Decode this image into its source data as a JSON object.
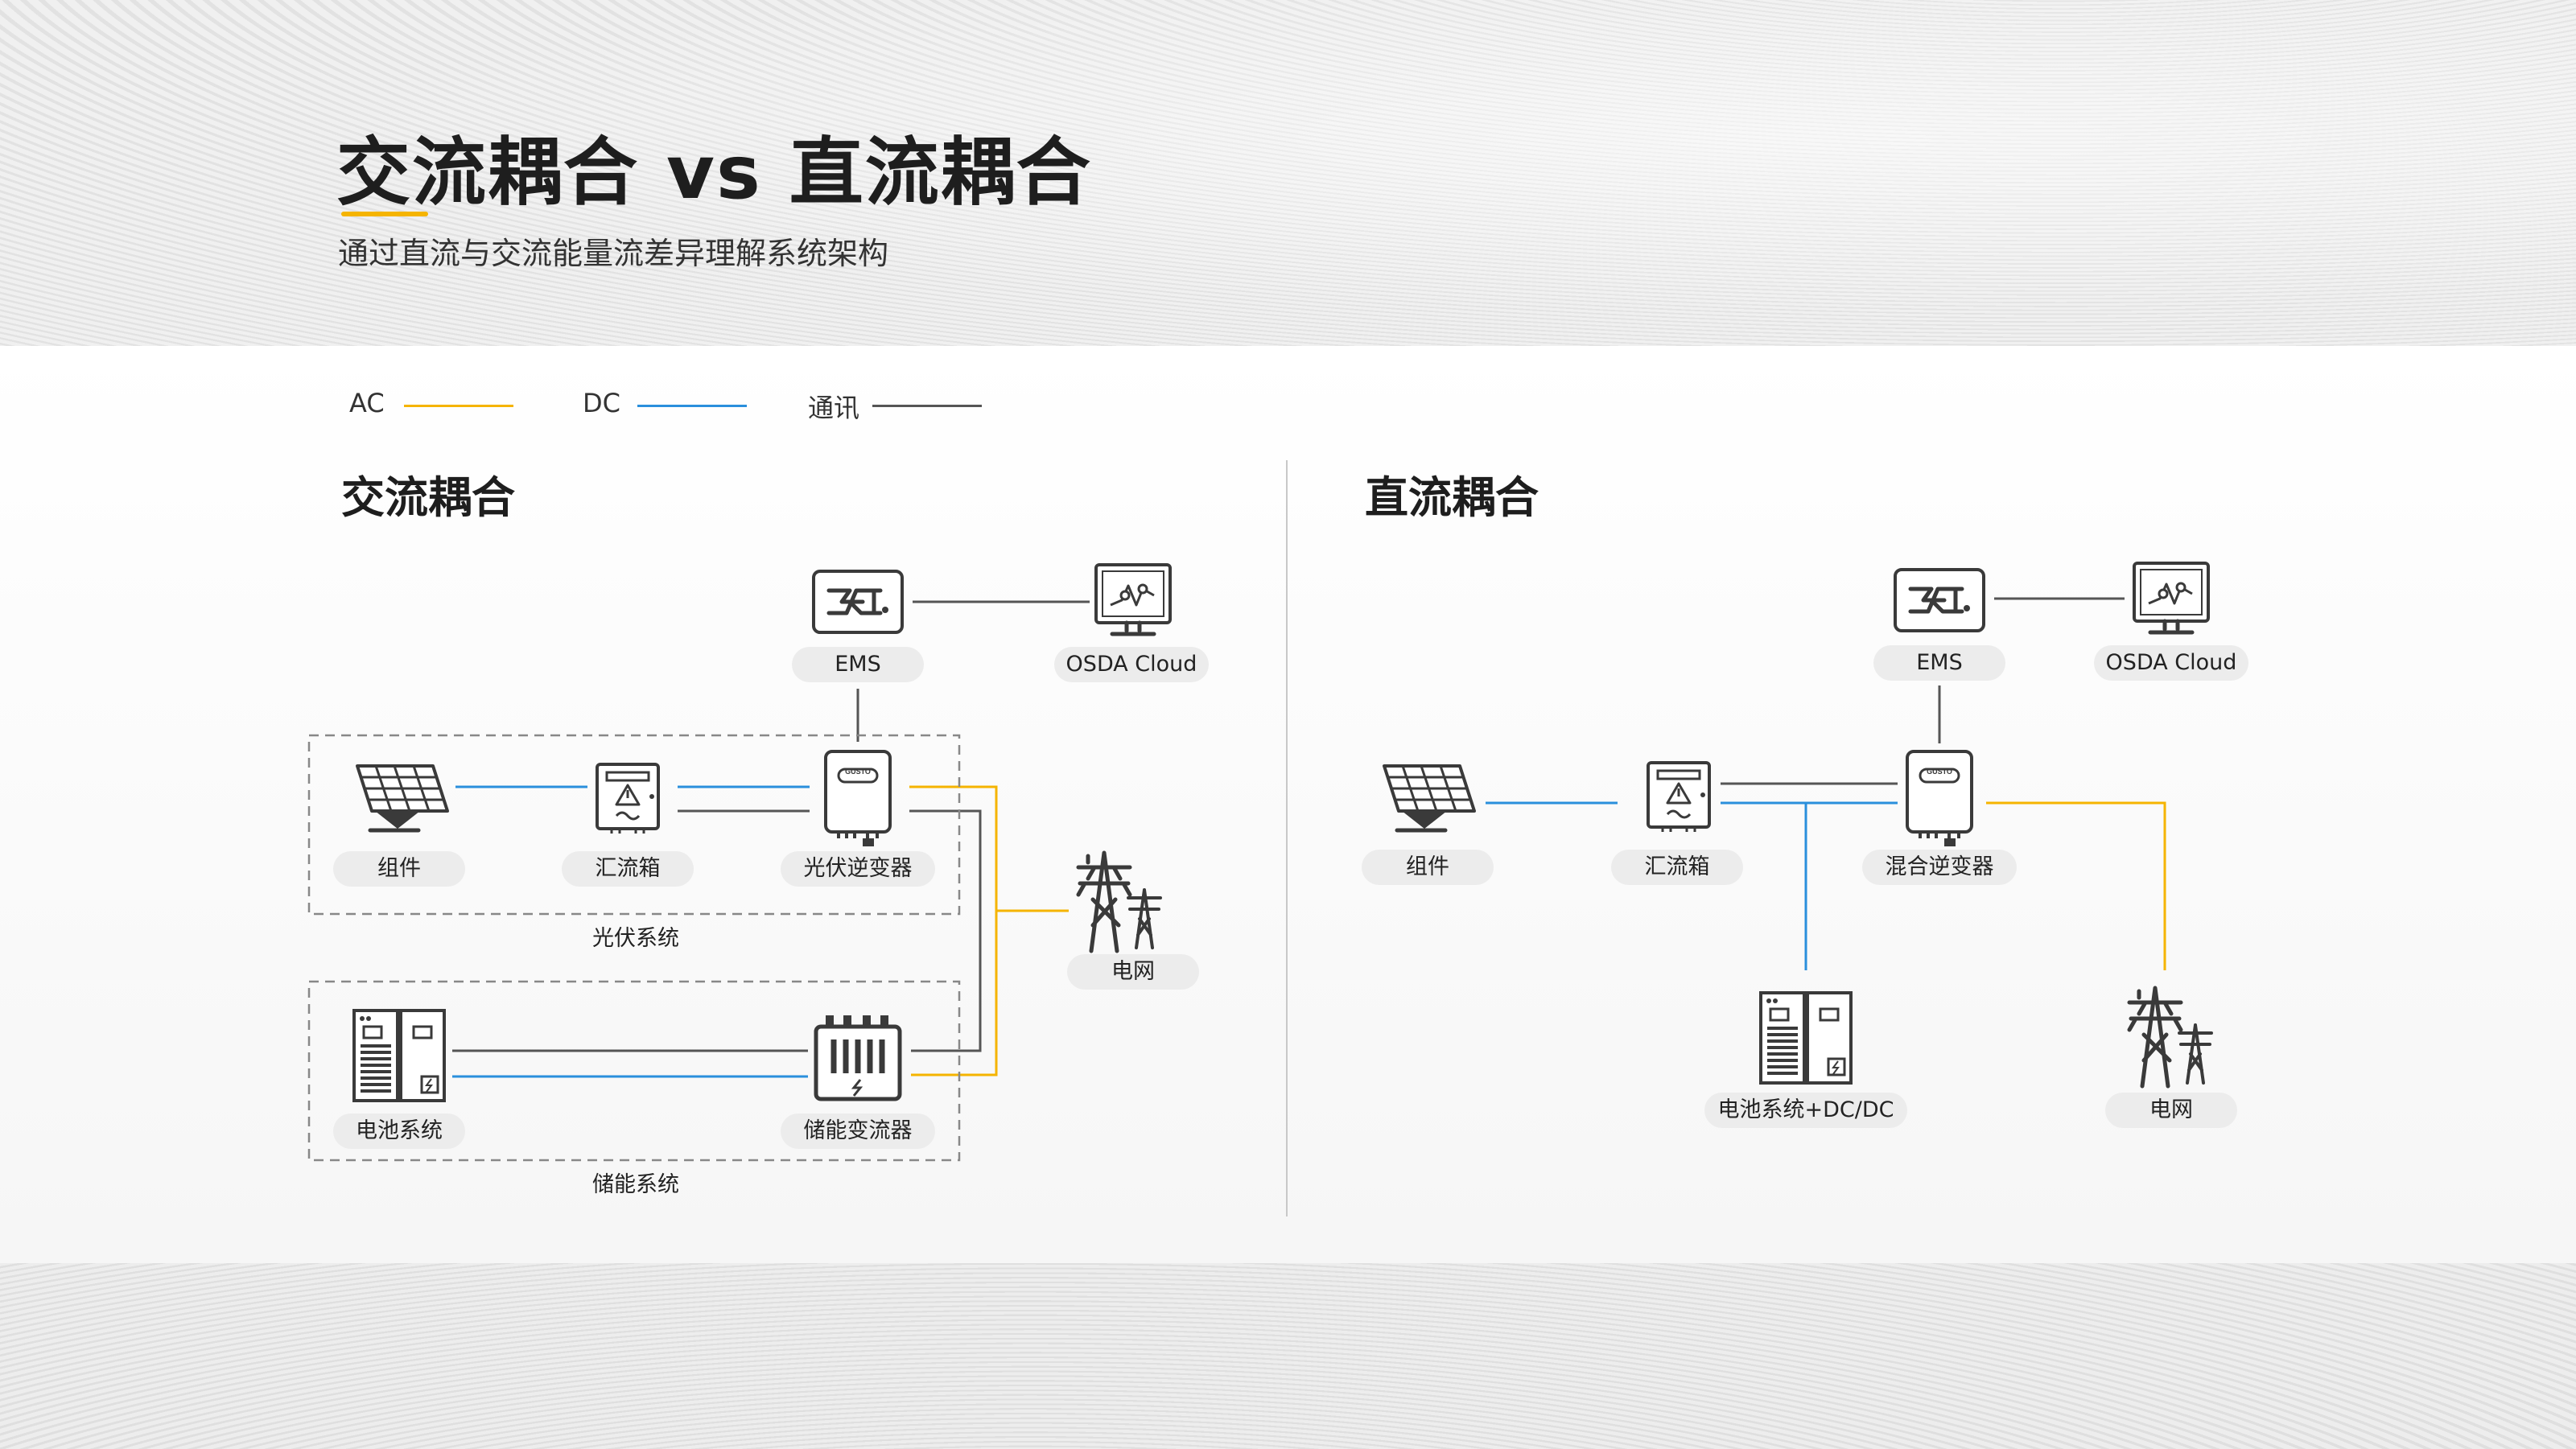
{
  "header": {
    "title": "交流耦合 vs 直流耦合",
    "subtitle": "通过直流与交流能量流差异理解系统架构"
  },
  "legend": [
    {
      "label": "AC",
      "color": "#f5b400"
    },
    {
      "label": "DC",
      "color": "#2a8fdc"
    },
    {
      "label": "通讯",
      "color": "#555555"
    }
  ],
  "ac_coupling": {
    "title": "交流耦合",
    "ems": "EMS",
    "cloud": "OSDA Cloud",
    "module": "组件",
    "combiner": "汇流箱",
    "pv_inverter": "光伏逆变器",
    "pv_system": "光伏系统",
    "grid": "电网",
    "battery": "电池系统",
    "pcs": "储能变流器",
    "storage_system": "储能系统",
    "inverter_brand": "GUSTO"
  },
  "dc_coupling": {
    "title": "直流耦合",
    "ems": "EMS",
    "cloud": "OSDA Cloud",
    "module": "组件",
    "combiner": "汇流箱",
    "hybrid_inverter": "混合逆变器",
    "battery": "电池系统+DC/DC",
    "grid": "电网",
    "inverter_brand": "GUSTO"
  },
  "colors": {
    "ac": "#f5b400",
    "dc": "#2a8fdc",
    "comm": "#555555",
    "icon": "#3a3a3a",
    "accent": "#f5b400"
  }
}
